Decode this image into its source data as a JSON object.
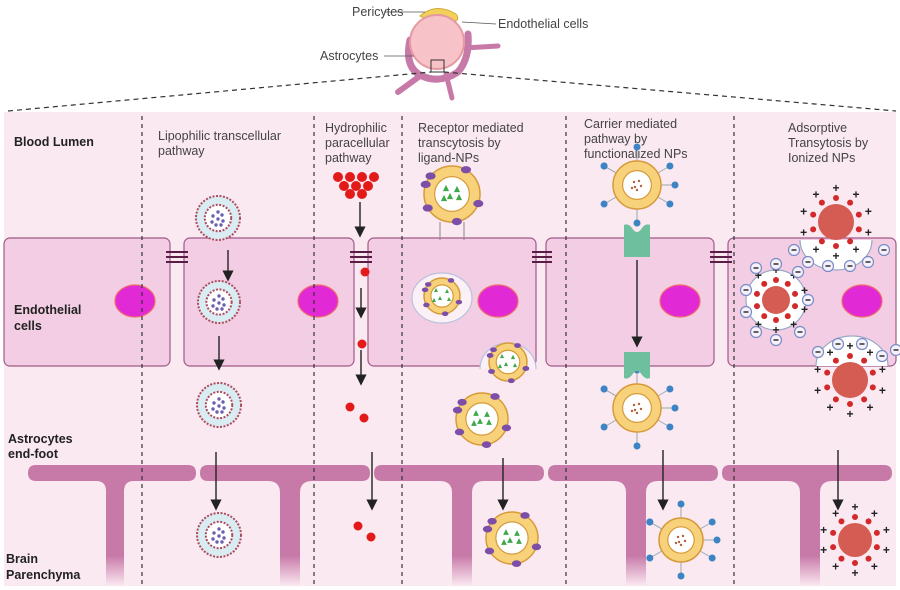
{
  "overview": {
    "labels": {
      "pericytes": "Pericytes",
      "endothelial_cells": "Endothelial cells",
      "astrocytes": "Astrocytes"
    }
  },
  "row_labels": {
    "blood_lumen": "Blood Lumen",
    "endothelial": [
      "Endothelial",
      "cells"
    ],
    "astrocytes_endfoot": [
      "Astrocytes",
      "end-foot"
    ],
    "brain_parenchyma": [
      "Brain",
      "Parenchyma"
    ]
  },
  "pathways": [
    {
      "id": "lipophilic",
      "title": [
        "Lipophilic transcellular",
        "pathway"
      ]
    },
    {
      "id": "hydrophilic",
      "title": [
        "Hydrophilic",
        "paracellular",
        "pathway"
      ]
    },
    {
      "id": "receptor",
      "title": [
        "Receptor mediated",
        "transcytosis by",
        "ligand-NPs"
      ]
    },
    {
      "id": "carrier",
      "title": [
        "Carrier mediated",
        "pathway by",
        "functionalized NPs"
      ]
    },
    {
      "id": "adsorptive",
      "title": [
        "Adsorptive",
        "Transytosis by",
        "Ionized NPs"
      ]
    }
  ],
  "symbols": {
    "plus": "+",
    "minus": "−"
  },
  "colors": {
    "panel_bg": "#fbe9f1",
    "cell_fill": "#f3cde3",
    "cell_stroke": "#a05a88",
    "nucleus": "#e12ad6",
    "nucleus_stroke": "#ef6a6a",
    "astrocyte": "#c77aa8",
    "tight_junction": "#5a1e46",
    "liposome_outer": "#b04a5e",
    "liposome_mid": "#d8ecf2",
    "cargo_dot": "#6a5fb0",
    "np_yellow": "#f7d27a",
    "np_yellow_stroke": "#d79a3a",
    "ligand": "#7d4ea8",
    "cargo_triangle": "#3ea84a",
    "water_molecule": "#e21a1a",
    "carrier_protein": "#6dbf9e",
    "functional_group": "#3e84c4",
    "ionized_np": "#d45c52",
    "charge_dot": "#d22a2a",
    "negative_charge_stroke": "#7a8cc4"
  }
}
